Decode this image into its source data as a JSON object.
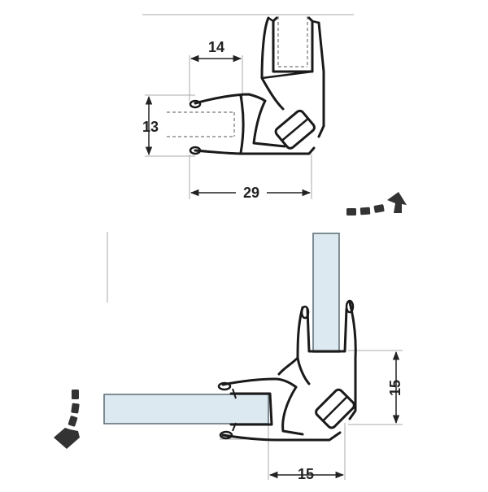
{
  "dimensions": {
    "top_width": "14",
    "top_height": "13",
    "top_total": "29",
    "bottom_height": "15",
    "bottom_width": "15"
  },
  "colors": {
    "outline": "#1a1a1a",
    "glass_fill": "#dce9f0",
    "glass_edge": "#5a6a72",
    "guide_line": "#999999",
    "dashed": "#555555",
    "arrow": "#333333"
  },
  "icons": [
    "rotate-clockwise-arrow-icon",
    "rotate-down-arrow-icon"
  ]
}
